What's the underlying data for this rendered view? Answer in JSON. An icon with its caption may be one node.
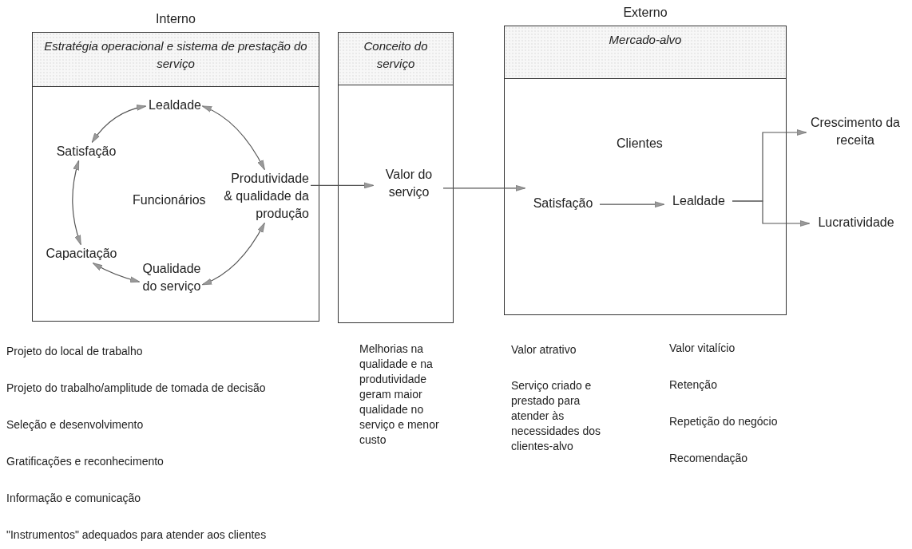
{
  "diagram": {
    "nodes": [
      {
        "text": [
          "Estratégia operacional e sistema de prestação do serviço"
        ],
        "beside": [
          "Interno"
        ]
      },
      {
        "text": [
          "Lealdade"
        ],
        "in": 0
      },
      {
        "text": [
          "Satisfação"
        ],
        "in": 0
      },
      {
        "text": [
          "Produtividade & qualidade da produção"
        ],
        "in": 0
      },
      {
        "text": [
          "Capacitação"
        ],
        "in": 0
      },
      {
        "text": [
          "Qualidade do serviço"
        ],
        "in": 0
      },
      {
        "text": [
          "Conceito do serviço"
        ]
      },
      {
        "text": [
          "Valor do serviço"
        ],
        "in": 6
      },
      {
        "text": [
          "Mercado-alvo"
        ],
        "beside": [
          "Externo"
        ]
      },
      {
        "text": [
          "Satisfação"
        ],
        "in": 8
      },
      {
        "text": [
          "Lealdade"
        ],
        "in": 8
      },
      {
        "text": [
          "Crescimento da receita"
        ]
      },
      {
        "text": [
          "Lucratividade"
        ]
      }
    ],
    "edges": [
      {
        "from": 1,
        "to": 2,
        "arrow": "both"
      },
      {
        "from": 1,
        "to": 3,
        "arrow": "both"
      },
      {
        "from": 2,
        "to": 4,
        "arrow": "both"
      },
      {
        "from": 4,
        "to": 5,
        "arrow": "both"
      },
      {
        "from": 5,
        "to": 3,
        "arrow": "both"
      },
      {
        "from": 3,
        "to": 7,
        "arrow": "to"
      },
      {
        "from": 7,
        "to": 9,
        "arrow": "to"
      },
      {
        "from": 9,
        "to": 10,
        "arrow": "to"
      },
      {
        "from": 10,
        "to": 11,
        "arrow": "to"
      },
      {
        "from": 10,
        "to": 12,
        "arrow": "to"
      }
    ],
    "labels": [
      "Funcionários",
      "Clientes",
      "Projeto do local de trabalho",
      "Projeto do trabalho/amplitude de tomada de decisão",
      "Seleção e desenvolvimento",
      "Gratificações e reconhecimento",
      "Informação e comunicação",
      "\"Instrumentos\" adequados para atender aos clientes",
      "Melhorias na qualidade e na produtividade geram maior qualidade no serviço e menor custo",
      "Valor atrativo",
      "Serviço criado e prestado para atender às necessidades dos clientes-alvo",
      "Valor vitalício",
      "Retenção",
      "Repetição do negócio",
      "Recomendação"
    ]
  }
}
